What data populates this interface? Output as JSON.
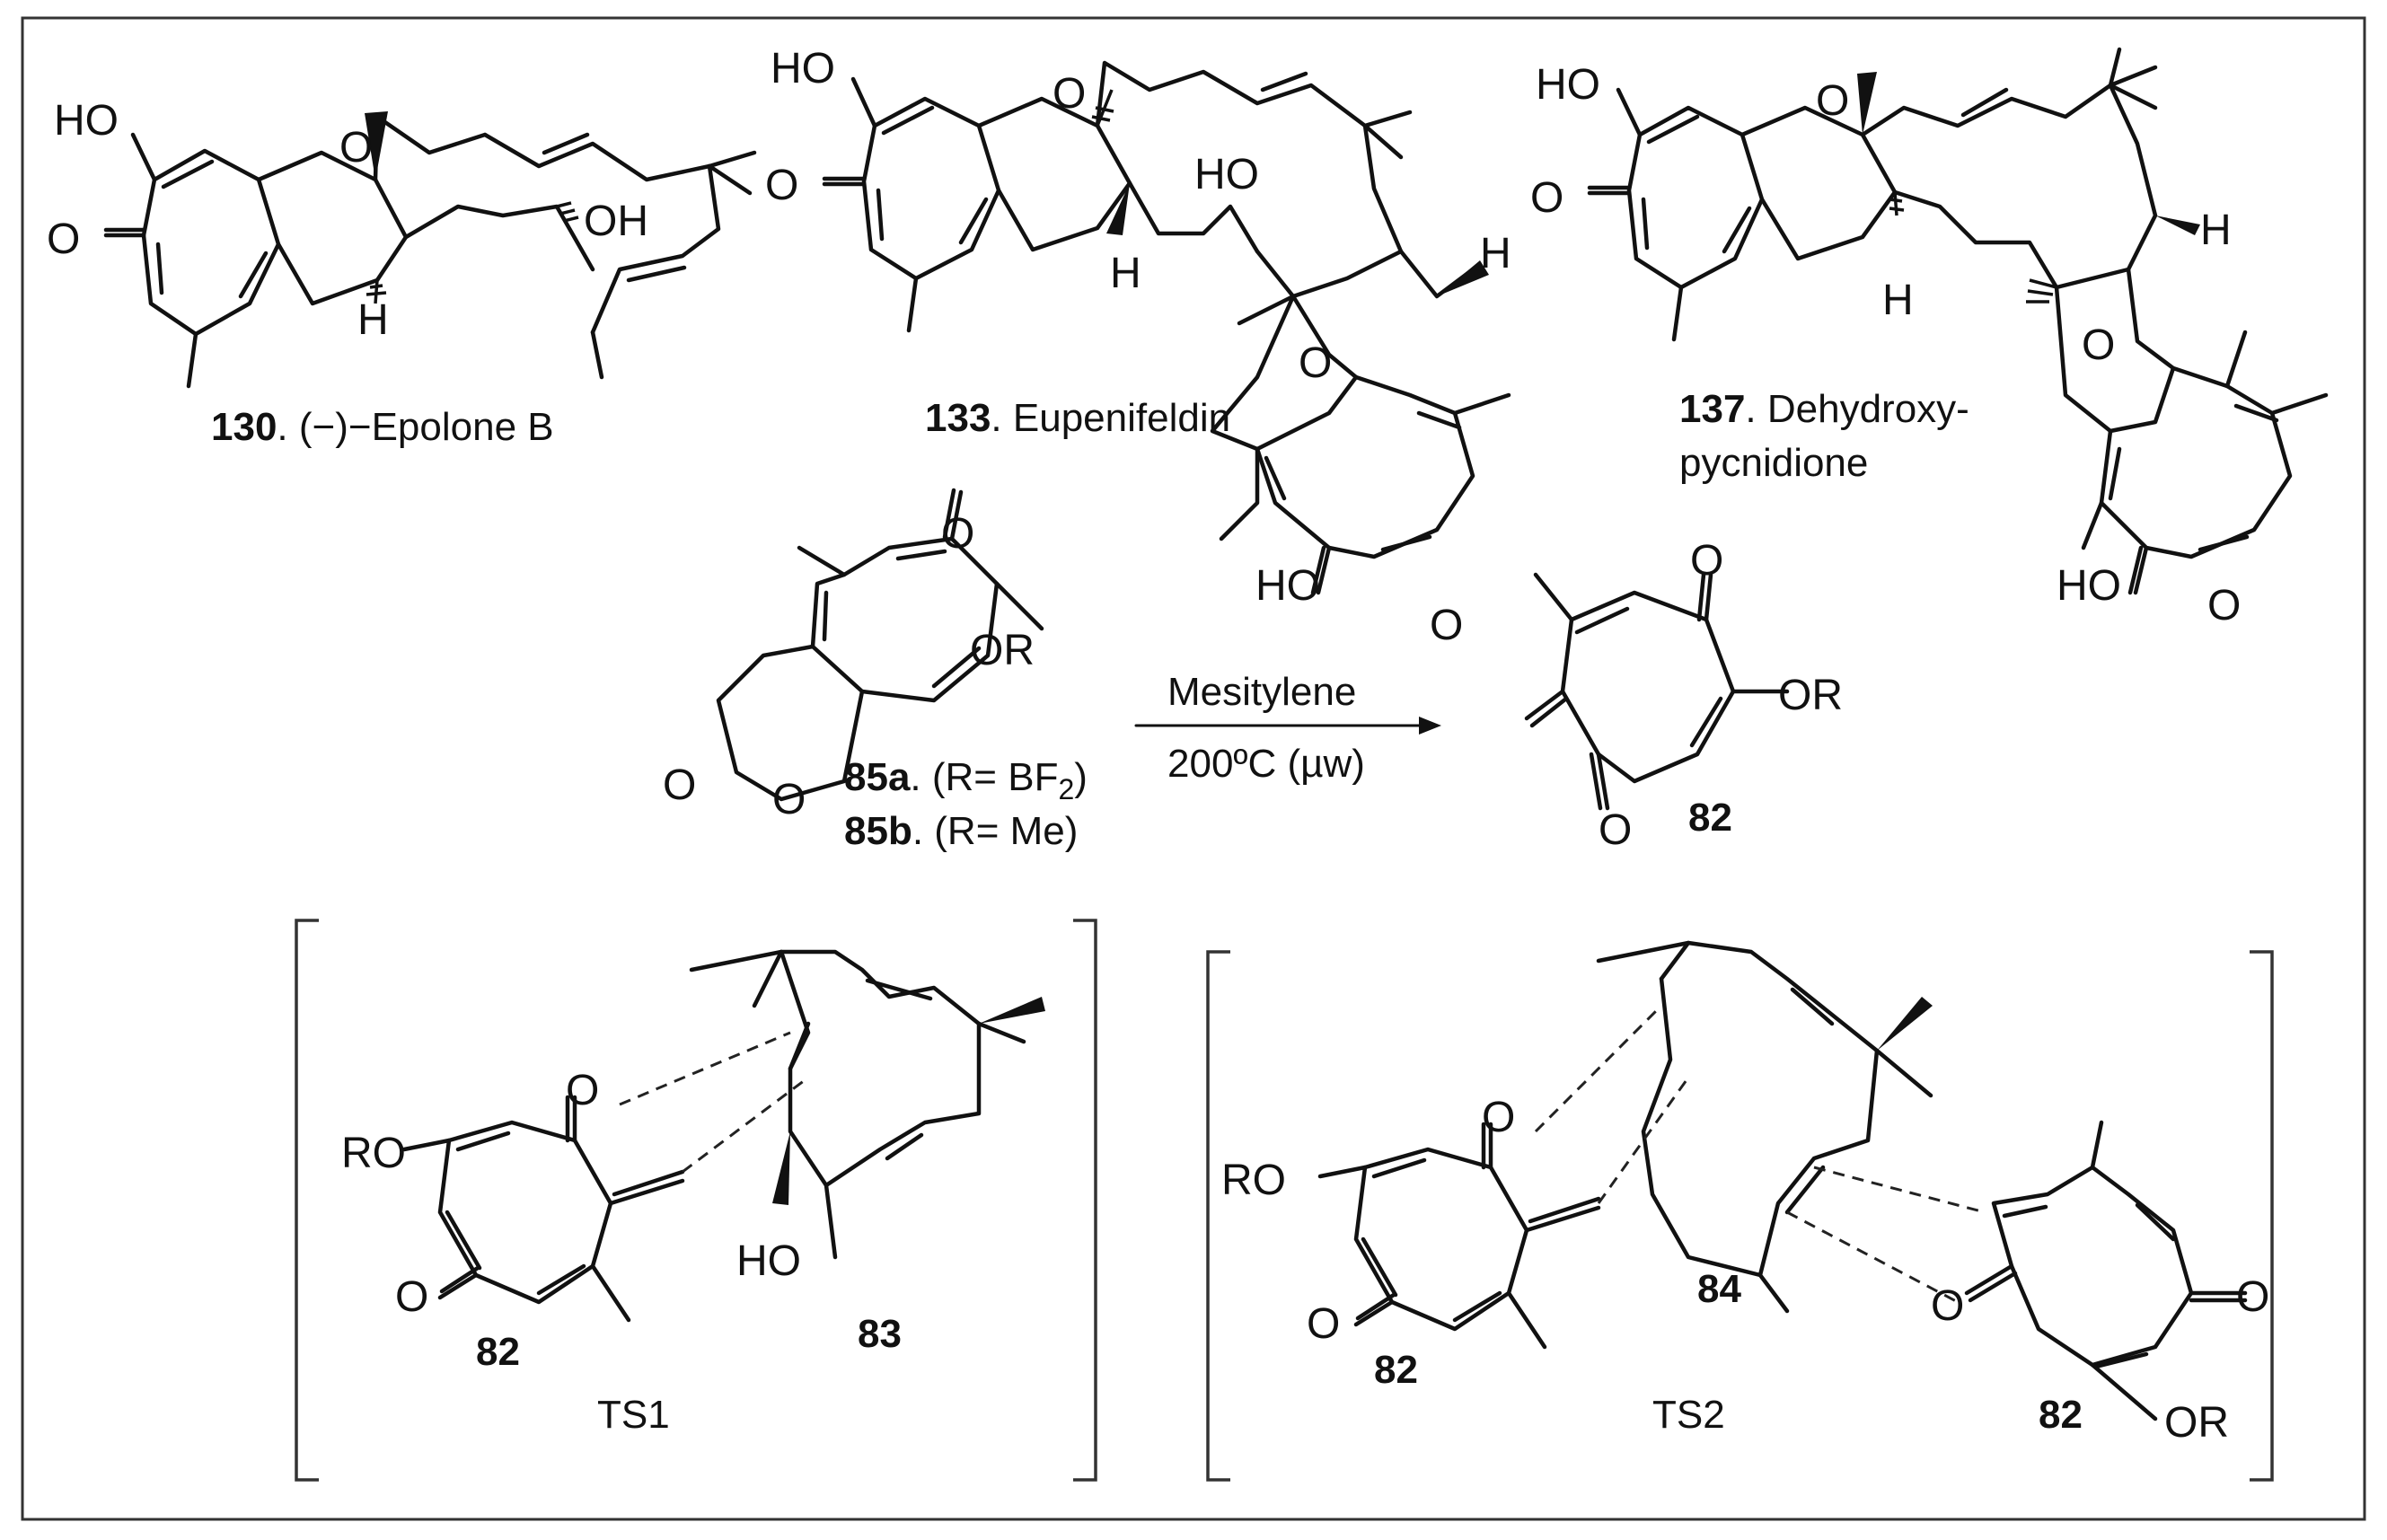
{
  "atoms": {
    "oh": "HO",
    "oh_right": "OH",
    "o": "O",
    "h": "H",
    "or": "OR",
    "ro": "RO"
  },
  "compounds": {
    "c130": {
      "id": "130",
      "name": ". (−)−Epolone B"
    },
    "c133": {
      "id": "133",
      "name": ". Eupenifeldin"
    },
    "c137": {
      "id": "137",
      "name_line1": ". Dehydroxy-",
      "name_line2": "pycnidione"
    }
  },
  "reaction": {
    "sm_a_id": "85a",
    "sm_a_text": ". (R= BF",
    "sm_a_sub": "2",
    "sm_a_close": ")",
    "sm_b_id": "85b",
    "sm_b_text": ". (R= Me)",
    "condition_top": "Mesitylene",
    "condition_bottom": "200ºC (µw)",
    "product_id": "82"
  },
  "transition_states": {
    "ts1": {
      "label": "TS1",
      "enone_id": "82",
      "diene_id": "83"
    },
    "ts2": {
      "label": "TS2",
      "left_id": "82",
      "core_id": "84",
      "right_id": "82"
    }
  }
}
